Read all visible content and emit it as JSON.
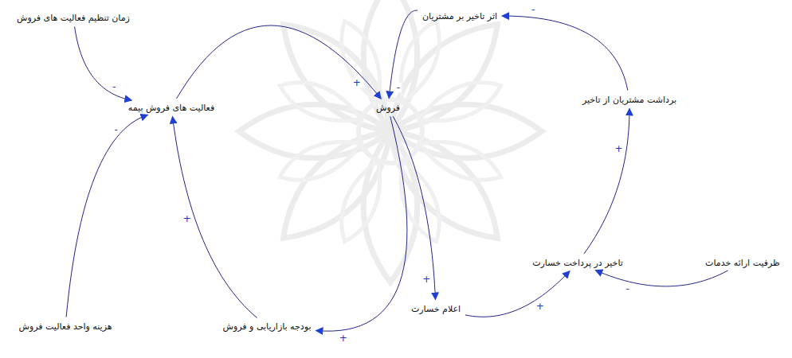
{
  "diagram": {
    "nodes": [
      {
        "text": [
          "زمان تنظیم فعالیت های فروش"
        ]
      },
      {
        "text": [
          "اثر تاخیر بر مشتریان"
        ]
      },
      {
        "text": [
          "فعالیت های فروش بیمه"
        ]
      },
      {
        "text": [
          "فروش"
        ]
      },
      {
        "text": [
          "برداشت مشتریان از تاخیر"
        ]
      },
      {
        "text": [
          "ظرفیت ارائه خدمات"
        ]
      },
      {
        "text": [
          "تاخیر در پرداخت خسارت"
        ]
      },
      {
        "text": [
          "اعلام خسارت"
        ]
      },
      {
        "text": [
          "هزینه واحد فعالیت فروش"
        ]
      },
      {
        "text": [
          "بودجه بازاریابی و فروش"
        ]
      }
    ],
    "edges": [
      {
        "from": 0,
        "to": 2,
        "label": "-",
        "arrow": "to"
      },
      {
        "from": 8,
        "to": 2,
        "label": "-",
        "arrow": "to"
      },
      {
        "from": 9,
        "to": 2,
        "label": "+",
        "arrow": "to"
      },
      {
        "from": 2,
        "to": 3,
        "label": "+",
        "arrow": "to"
      },
      {
        "from": 1,
        "to": 3,
        "label": "-",
        "arrow": "to"
      },
      {
        "from": 3,
        "to": 9,
        "label": "+",
        "arrow": "to"
      },
      {
        "from": 3,
        "to": 7,
        "label": "+",
        "arrow": "to"
      },
      {
        "from": 7,
        "to": 6,
        "label": "+",
        "arrow": "to"
      },
      {
        "from": 5,
        "to": 6,
        "label": "-",
        "arrow": "to"
      },
      {
        "from": 6,
        "to": 4,
        "label": "+",
        "arrow": "to"
      },
      {
        "from": 4,
        "to": 1,
        "label": "-",
        "arrow": "to"
      }
    ]
  }
}
